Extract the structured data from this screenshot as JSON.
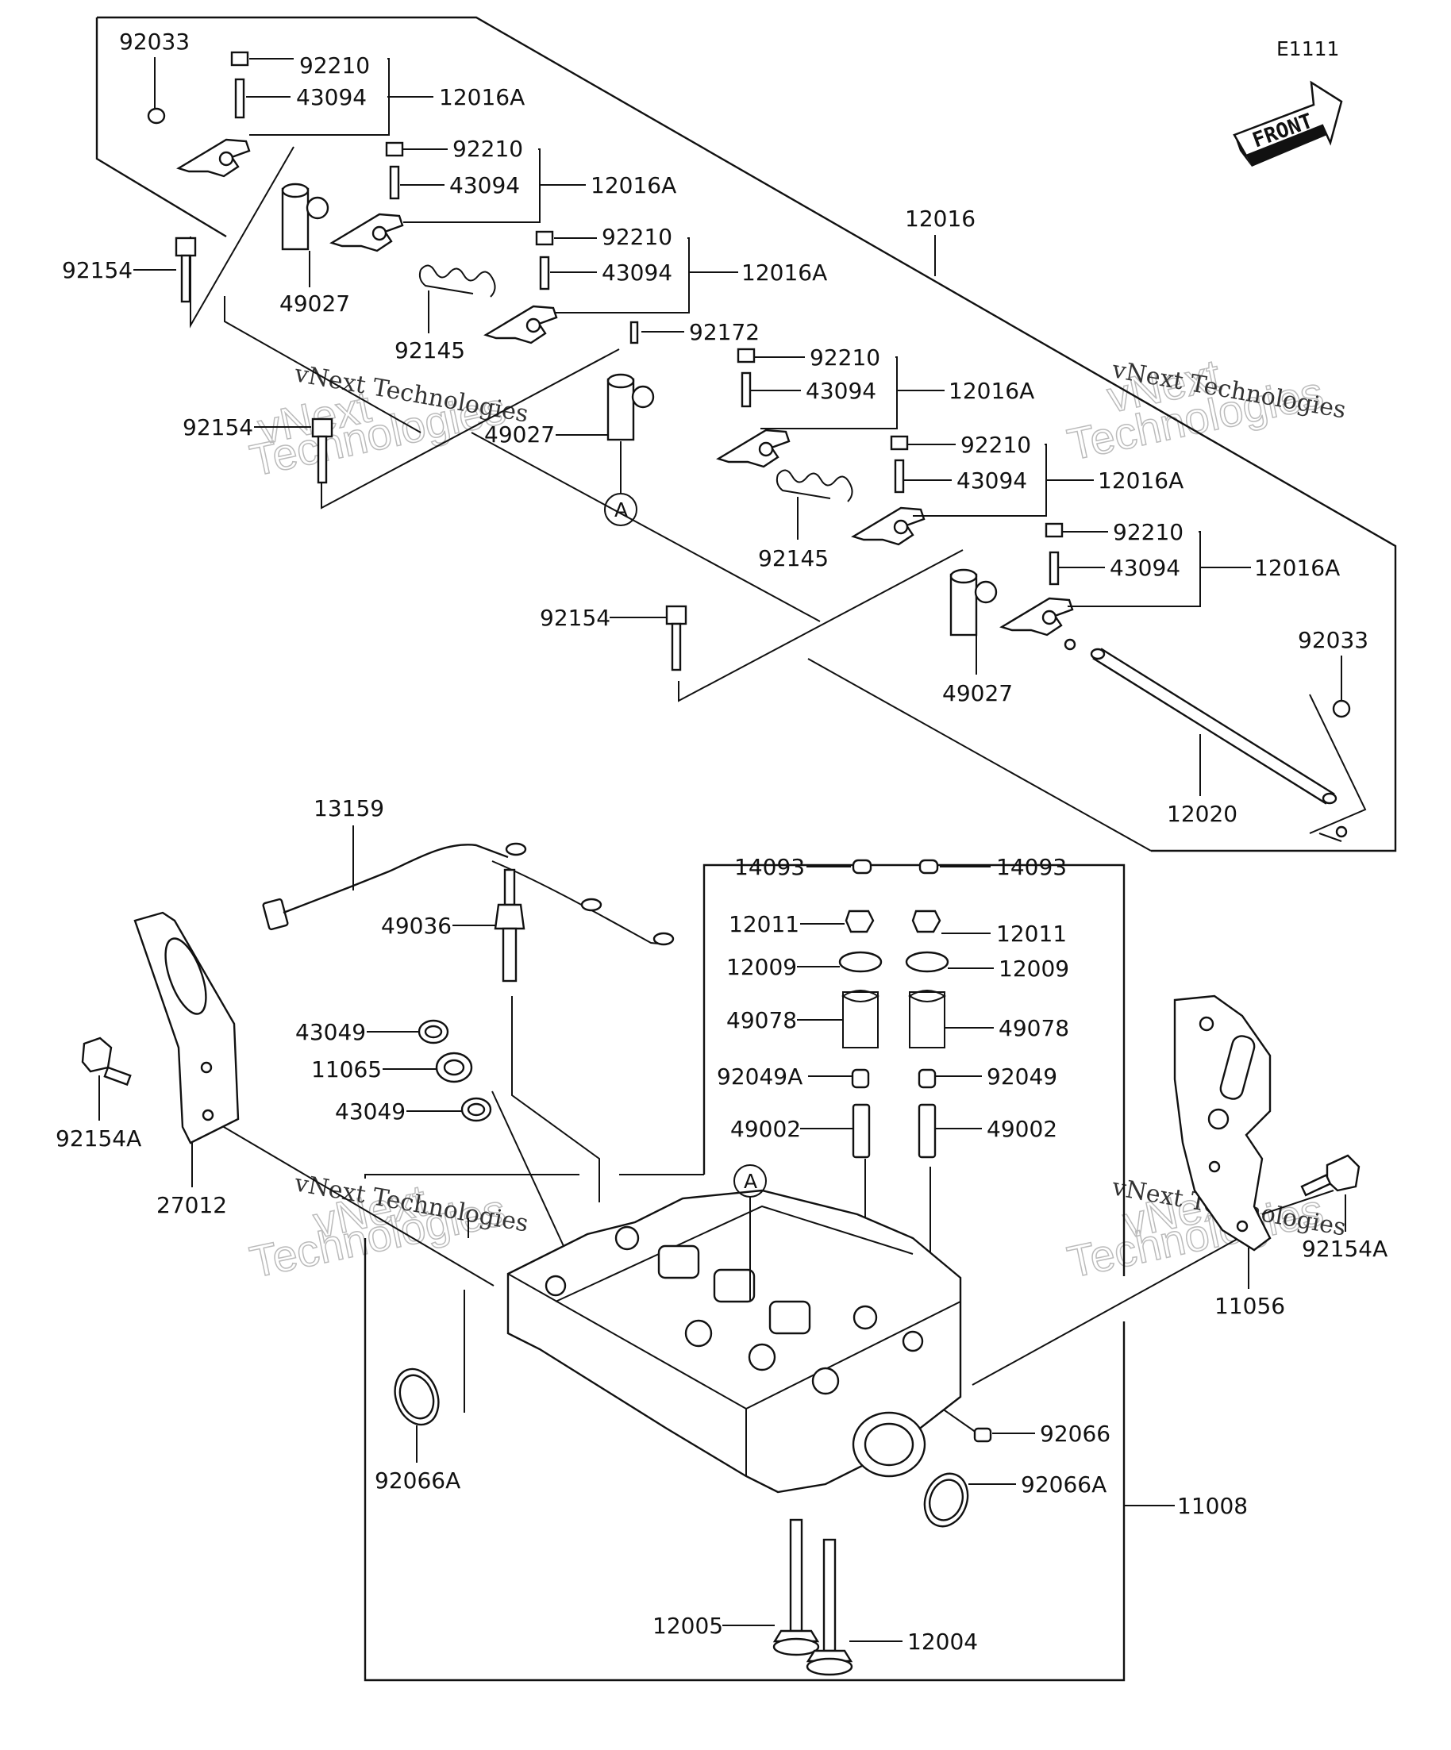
{
  "diagram": {
    "code": "E1111",
    "front_label": "FRONT",
    "watermark": [
      "vNext Technologies",
      "vNext",
      "Technologies"
    ],
    "callouts": {
      "c92033a": "92033",
      "c92210a": "92210",
      "c43094a": "43094",
      "c12016Aa": "12016A",
      "c92210b": "92210",
      "c43094b": "43094",
      "c12016Ab": "12016A",
      "c12016": "12016",
      "c92210c": "92210",
      "c43094c": "43094",
      "c12016Ac": "12016A",
      "c92154a": "92154",
      "c49027a": "49027",
      "c92145a": "92145",
      "c92172": "92172",
      "c92210d": "92210",
      "c43094d": "43094",
      "c12016Ad": "12016A",
      "c92154b": "92154",
      "c49027b": "49027",
      "cA1": "A",
      "c92210e": "92210",
      "c43094e": "43094",
      "c12016Ae": "12016A",
      "c92145b": "92145",
      "c92210f": "92210",
      "c43094f": "43094",
      "c12016Af": "12016A",
      "c92154c": "92154",
      "c49027c": "49027",
      "c92033b": "92033",
      "c12020": "12020",
      "c13159": "13159",
      "c14093a": "14093",
      "c14093b": "14093",
      "c12011a": "12011",
      "c12011b": "12011",
      "c49036": "49036",
      "c12009a": "12009",
      "c12009b": "12009",
      "c49078a": "49078",
      "c49078b": "49078",
      "c43049a": "43049",
      "c11065": "11065",
      "c43049b": "43049",
      "c92049A": "92049A",
      "c92049": "92049",
      "c49002a": "49002",
      "c49002b": "49002",
      "c92154Aa": "92154A",
      "c27012": "27012",
      "cA2": "A",
      "c92154Ab": "92154A",
      "c11056": "11056",
      "c92066": "92066",
      "c92066Aa": "92066A",
      "c92066Ab": "92066A",
      "c11008": "11008",
      "c12005": "12005",
      "c12004": "12004"
    }
  }
}
